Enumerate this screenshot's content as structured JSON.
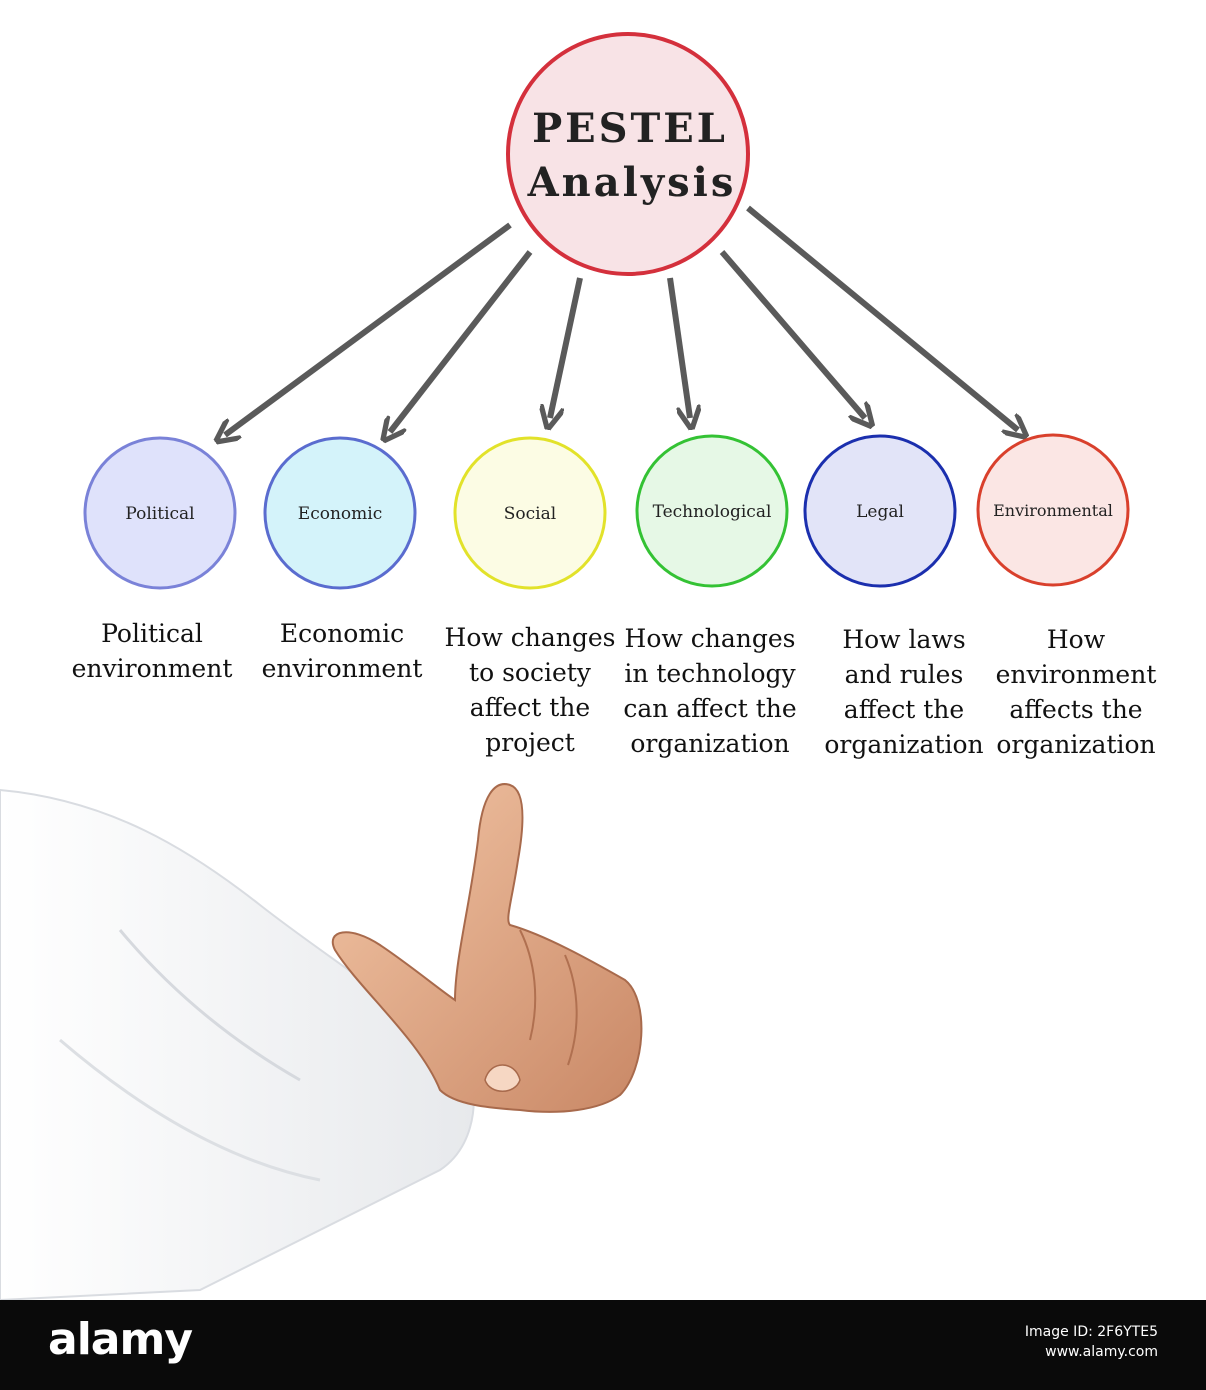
{
  "title": {
    "line1": "PESTEL",
    "line2": "Analysis"
  },
  "colors": {
    "arrow": "#5a5a5a",
    "center_fill": "#f8e3e6",
    "center_stroke": "#d4303c"
  },
  "factors": [
    {
      "label": "Political",
      "description": "Political\nenvironment",
      "fill": "#dfe2fb",
      "stroke": "#7a82d8"
    },
    {
      "label": "Economic",
      "description": "Economic\nenvironment",
      "fill": "#d4f3fa",
      "stroke": "#5a6ccf"
    },
    {
      "label": "Social",
      "description": "How changes\nto society\naffect the\nproject",
      "fill": "#fcfce4",
      "stroke": "#e2e22a"
    },
    {
      "label": "Technological",
      "description": "How changes\nin technology\ncan affect the\norganization",
      "fill": "#e6f8e6",
      "stroke": "#34c234"
    },
    {
      "label": "Legal",
      "description": "How laws\nand rules\naffect the\norganization",
      "fill": "#e2e4f8",
      "stroke": "#1b2fae"
    },
    {
      "label": "Environmental",
      "description": "How\nenvironment\naffects the\norganization",
      "fill": "#fbe6e4",
      "stroke": "#d9402c"
    }
  ],
  "footer": {
    "brand": "alamy",
    "image_id_label": "Image ID: 2F6YTE5",
    "site": "www.alamy.com"
  },
  "icons": {
    "hand": "pointing-hand-illustration"
  }
}
